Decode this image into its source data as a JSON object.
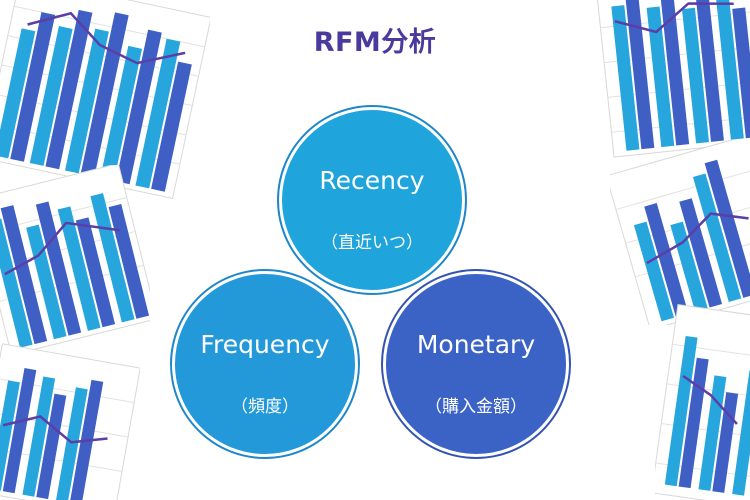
{
  "title": "RFM分析",
  "circles": {
    "recency": {
      "name": "Recency",
      "sub": "（直近いつ）"
    },
    "frequency": {
      "name": "Frequency",
      "sub": "（頻度）"
    },
    "monetary": {
      "name": "Monetary",
      "sub": "（購入金額）"
    }
  },
  "colors": {
    "title": "#4a3a9e",
    "recency": "#1fa4dc",
    "frequency": "#2399d9",
    "monetary": "#3b63c6",
    "bar_light": "#27a6dd",
    "bar_dark": "#3f5fc4",
    "trend_line": "#5a3fa8"
  },
  "decorations": [
    {
      "icon": "bar-chart-paper-icon"
    },
    {
      "icon": "bar-chart-paper-icon"
    },
    {
      "icon": "bar-chart-paper-icon"
    },
    {
      "icon": "bar-chart-paper-icon"
    },
    {
      "icon": "bar-chart-paper-icon"
    },
    {
      "icon": "bar-chart-paper-icon"
    }
  ]
}
